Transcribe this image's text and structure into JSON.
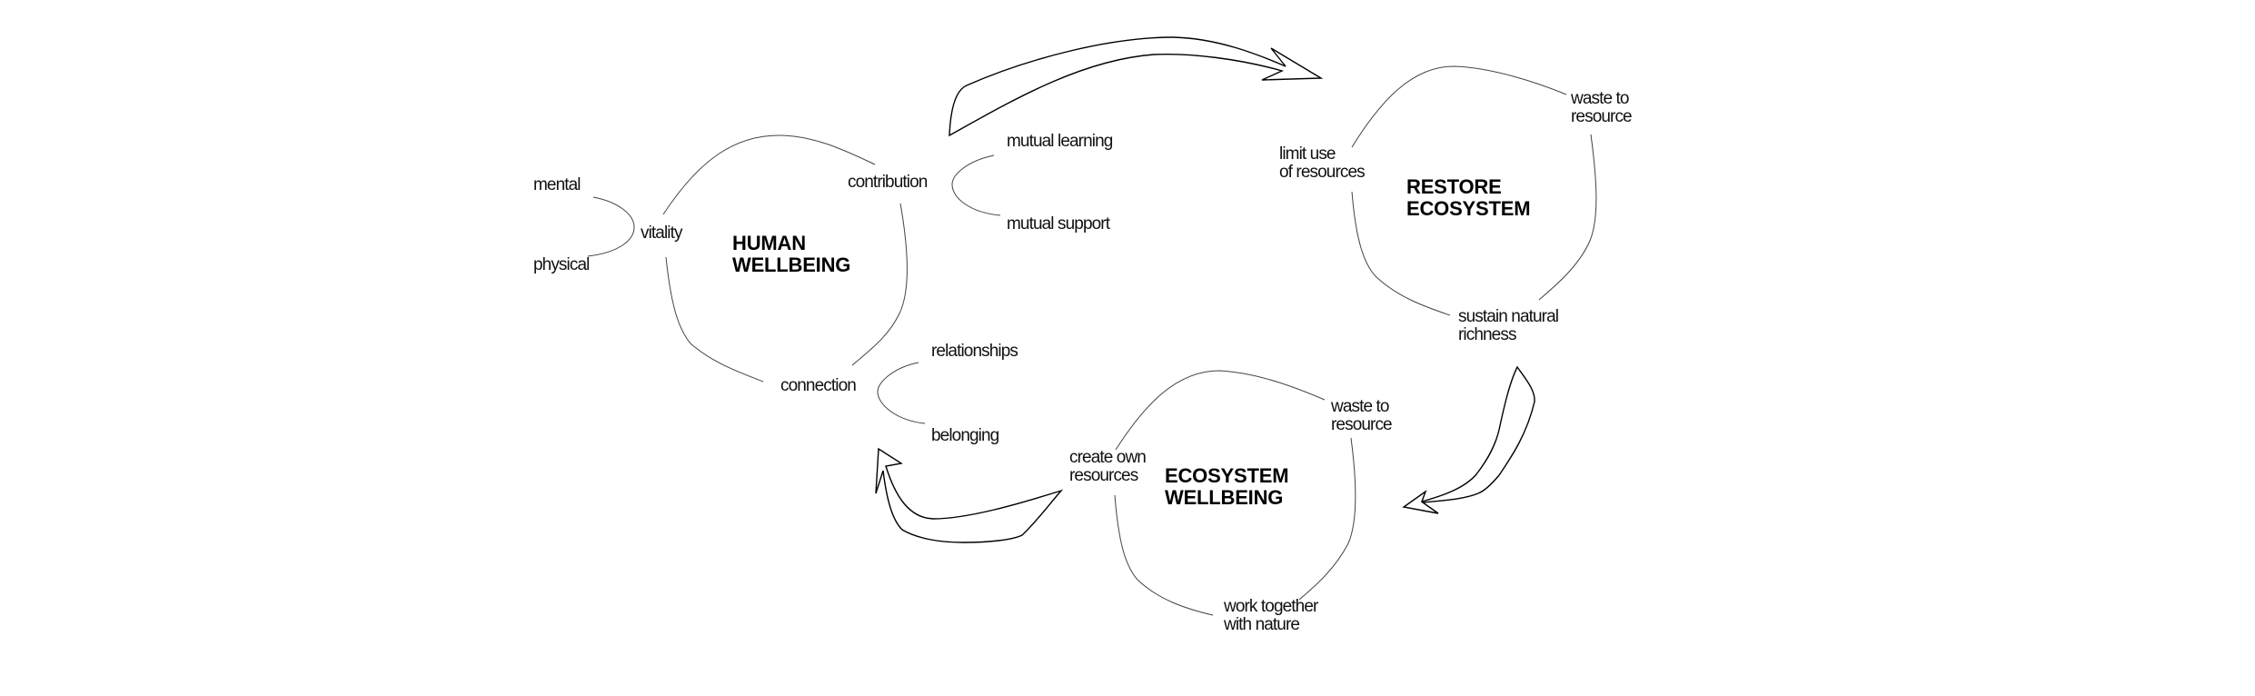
{
  "diagram": {
    "colors": {
      "background": "#ffffff",
      "text": "#111111",
      "connector": "#444444",
      "arrow_stroke": "#000000"
    },
    "cycles": [
      {
        "id": "human",
        "title": [
          "HUMAN",
          "WELLBEING"
        ],
        "nodes": {
          "vitality": "vitality",
          "contribution": "contribution",
          "connection": "connection"
        },
        "branches": {
          "vitality": [
            "mental",
            "physical"
          ],
          "contribution": [
            "mutual learning",
            "mutual support"
          ],
          "connection": [
            "relationships",
            "belonging"
          ]
        }
      },
      {
        "id": "restore",
        "title": [
          "RESTORE",
          "ECOSYSTEM"
        ],
        "nodes": {
          "limit": [
            "limit use",
            "of resources"
          ],
          "waste": [
            "waste to",
            "resource"
          ],
          "sustain": [
            "sustain natural",
            "richness"
          ]
        }
      },
      {
        "id": "ecosystem",
        "title": [
          "ECOSYSTEM",
          "WELLBEING"
        ],
        "nodes": {
          "create": [
            "create own",
            "resources"
          ],
          "waste": [
            "waste to",
            "resource"
          ],
          "work": [
            "work together",
            "with nature"
          ]
        }
      }
    ],
    "flow_arrows": [
      {
        "from": "human",
        "to": "restore",
        "icon": "curved-arrow-right"
      },
      {
        "from": "restore",
        "to": "ecosystem",
        "icon": "curved-arrow-down-left"
      },
      {
        "from": "ecosystem",
        "to": "human",
        "icon": "curved-arrow-up-left"
      }
    ]
  }
}
